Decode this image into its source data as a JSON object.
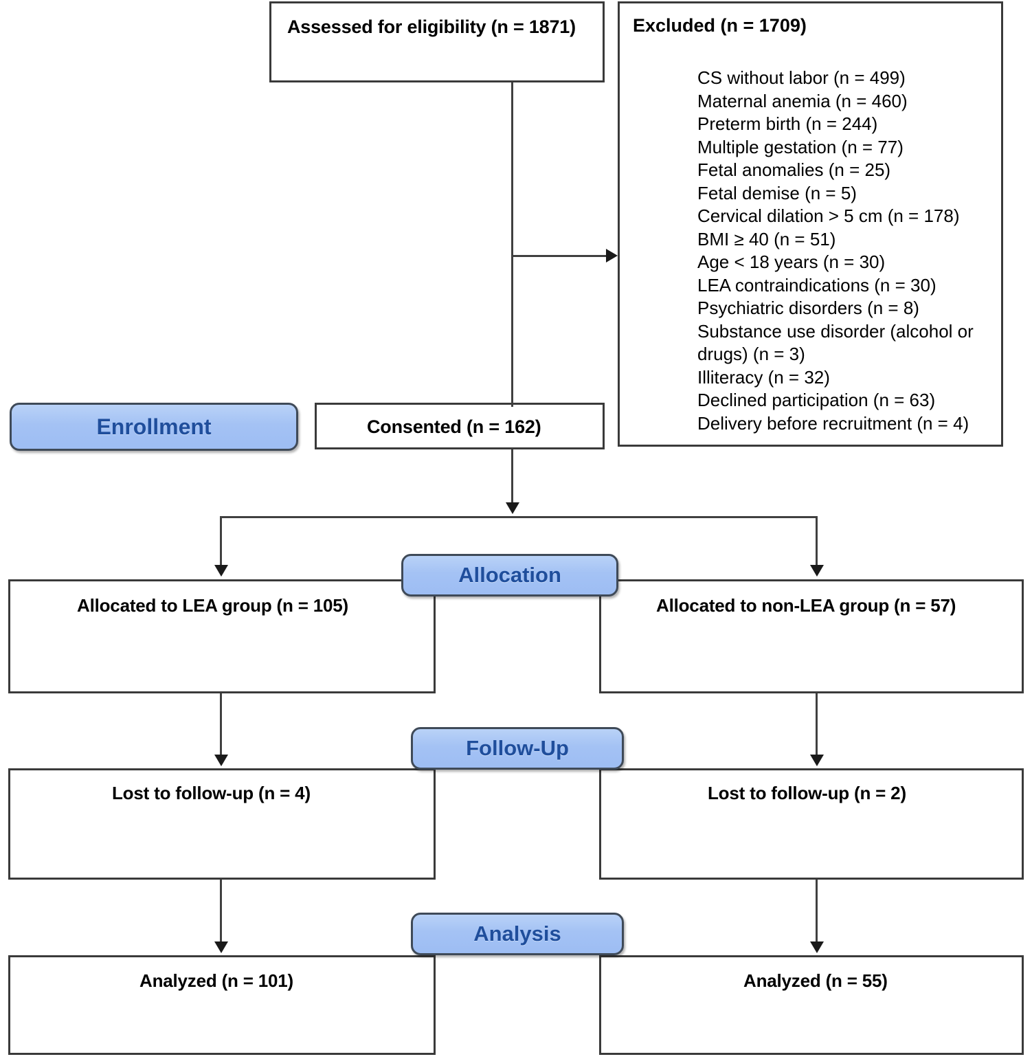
{
  "diagram": {
    "title": "CONSORT participant flow diagram",
    "accent_blue": "#a4c2f4",
    "badge_text_color": "#1f4e9c",
    "box_border_color": "#3a3a3a",
    "connector_color": "#404040"
  },
  "stages": [
    {
      "id": "enrollment",
      "label": "Enrollment"
    },
    {
      "id": "allocation",
      "label": "Allocation"
    },
    {
      "id": "followup",
      "label": "Follow-Up"
    },
    {
      "id": "analysis",
      "label": "Analysis"
    }
  ],
  "boxes": {
    "assessed": {
      "label": "Assessed for eligibility (n = 1871)"
    },
    "consented": {
      "label": "Consented (n = 162)"
    },
    "excluded": {
      "heading": "Excluded (n = 1709)",
      "reasons": [
        "CS without labor (n = 499)",
        "Maternal anemia (n = 460)",
        "Preterm birth (n = 244)",
        "Multiple gestation (n = 77)",
        "Fetal anomalies (n = 25)",
        "Fetal demise (n = 5)",
        "Cervical dilation > 5 cm (n = 178)",
        "BMI ≥ 40 (n = 51)",
        "Age < 18 years (n = 30)",
        "LEA contraindications (n = 30)",
        "Psychiatric disorders (n = 8)",
        "Substance use disorder (alcohol or drugs) (n = 3)",
        "Illiteracy (n = 32)",
        "Declined participation (n = 63)",
        "Delivery before recruitment (n = 4)"
      ]
    },
    "allocated_left": {
      "label": "Allocated to LEA group (n = 105)"
    },
    "allocated_right": {
      "label": "Allocated to non-LEA group (n = 57)"
    },
    "lost_left": {
      "label": "Lost to follow-up (n = 4)"
    },
    "lost_right": {
      "label": "Lost to follow-up (n = 2)"
    },
    "analyzed_left": {
      "label": "Analyzed (n = 101)"
    },
    "analyzed_right": {
      "label": "Analyzed (n = 55)"
    }
  },
  "chart_data": {
    "type": "diagram",
    "title": "CONSORT flow of participants through the trial",
    "nodes": [
      {
        "id": "assessed",
        "stage": "Enrollment",
        "label": "Assessed for eligibility",
        "n": 1871
      },
      {
        "id": "excluded",
        "stage": "Enrollment",
        "label": "Excluded",
        "n": 1709
      },
      {
        "id": "consented",
        "stage": "Enrollment",
        "label": "Consented",
        "n": 162
      },
      {
        "id": "allocated_left",
        "stage": "Allocation",
        "label": "Allocated to LEA group",
        "n": 105
      },
      {
        "id": "allocated_right",
        "stage": "Allocation",
        "label": "Allocated to non-LEA group",
        "n": 57
      },
      {
        "id": "lost_left",
        "stage": "Follow-Up",
        "label": "Lost to follow-up (LEA)",
        "n": 4
      },
      {
        "id": "lost_right",
        "stage": "Follow-Up",
        "label": "Lost to follow-up (non-LEA)",
        "n": 2
      },
      {
        "id": "analyzed_left",
        "stage": "Analysis",
        "label": "Analyzed (LEA)",
        "n": 101
      },
      {
        "id": "analyzed_right",
        "stage": "Analysis",
        "label": "Analyzed (non-LEA)",
        "n": 55
      }
    ],
    "exclusion_reasons": [
      {
        "reason": "CS without labor",
        "n": 499
      },
      {
        "reason": "Maternal anemia",
        "n": 460
      },
      {
        "reason": "Preterm birth",
        "n": 244
      },
      {
        "reason": "Multiple gestation",
        "n": 77
      },
      {
        "reason": "Fetal anomalies",
        "n": 25
      },
      {
        "reason": "Fetal demise",
        "n": 5
      },
      {
        "reason": "Cervical dilation > 5 cm",
        "n": 178
      },
      {
        "reason": "BMI ≥ 40",
        "n": 51
      },
      {
        "reason": "Age < 18 years",
        "n": 30
      },
      {
        "reason": "LEA contraindications",
        "n": 30
      },
      {
        "reason": "Psychiatric disorders",
        "n": 8
      },
      {
        "reason": "Substance use disorder (alcohol or drugs)",
        "n": 3
      },
      {
        "reason": "Illiteracy",
        "n": 32
      },
      {
        "reason": "Declined participation",
        "n": 63
      },
      {
        "reason": "Delivery before recruitment",
        "n": 4
      }
    ],
    "edges": [
      {
        "from": "assessed",
        "to": "excluded"
      },
      {
        "from": "assessed",
        "to": "consented"
      },
      {
        "from": "consented",
        "to": "allocated_left"
      },
      {
        "from": "consented",
        "to": "allocated_right"
      },
      {
        "from": "allocated_left",
        "to": "lost_left"
      },
      {
        "from": "allocated_right",
        "to": "lost_right"
      },
      {
        "from": "lost_left",
        "to": "analyzed_left"
      },
      {
        "from": "lost_right",
        "to": "analyzed_right"
      }
    ]
  }
}
